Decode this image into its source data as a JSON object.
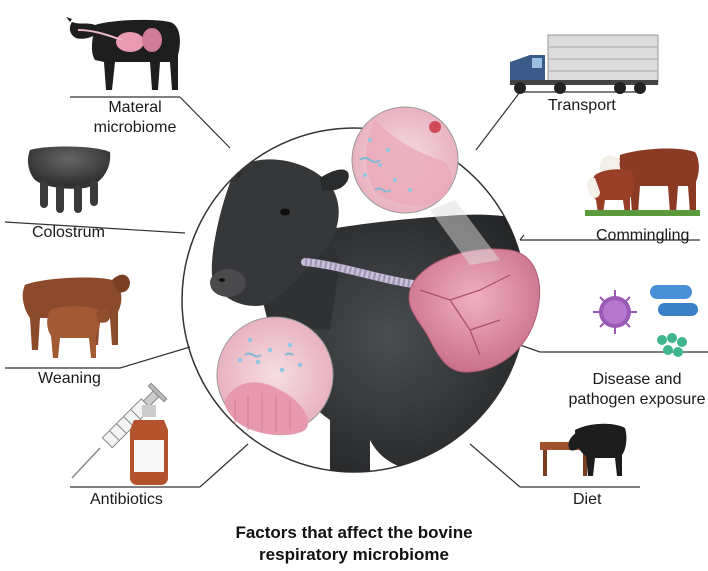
{
  "title": {
    "line1": "Factors that affect the bovine",
    "line2": "respiratory microbiome"
  },
  "factors": {
    "maternal": {
      "line1": "Materal",
      "line2": "microbiome"
    },
    "colostrum": "Colostrum",
    "weaning": "Weaning",
    "antibiotics": "Antibiotics",
    "transport": "Transport",
    "commingling": "Commingling",
    "disease": {
      "line1": "Disease and",
      "line2": "pathogen exposure"
    },
    "diet": "Diet"
  },
  "colors": {
    "cow_body": "#2b2d2e",
    "lung": "#d98aa0",
    "tissue": "#eab7c3",
    "bacteria_blue": "#4a90d9",
    "bacteria_green": "#3fb58c",
    "virus_purple": "#9b59b6",
    "brown_cattle": "#8b4a2b",
    "truck_cab": "#3a5a8a"
  }
}
